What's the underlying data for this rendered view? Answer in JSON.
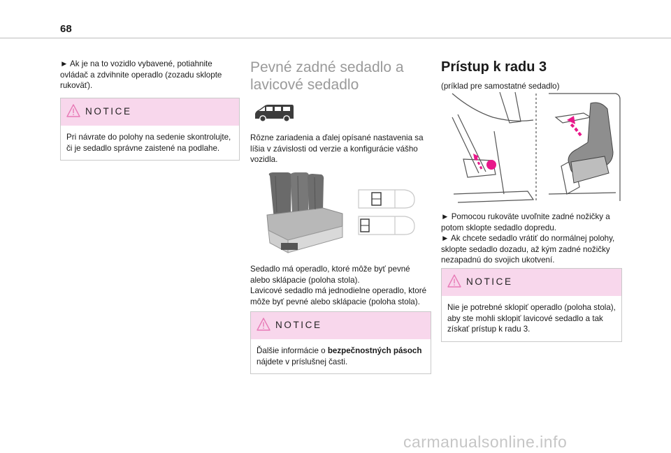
{
  "page_number": "68",
  "col1": {
    "bullet_text": "► Ak je na to vozidlo vybavené, potiahnite ovládač a zdvihnite operadlo (zozadu sklopte rukoväť).",
    "notice": {
      "title": "NOTICE",
      "text": "Pri návrate do polohy na sedenie skontrolujte, či je sedadlo správne zaistené na podlahe."
    }
  },
  "col2": {
    "heading": "Pevné zadné sedadlo a lavicové sedadlo",
    "para1": "Rôzne zariadenia a ďalej opísané nastavenia sa líšia v závislosti od verzie a konfigurácie vášho vozidla.",
    "para2_line1": "Sedadlo má operadlo, ktoré môže byť pevné alebo sklápacie (poloha stola).",
    "para2_line2": "Lavicové sedadlo má jednodielne operadlo, ktoré môže byť pevné alebo sklápacie (poloha stola).",
    "notice": {
      "title": "NOTICE",
      "text_pre": "Ďalšie informácie o ",
      "text_bold": "bezpečnostných pásoch",
      "text_post": " nájdete v príslušnej časti."
    }
  },
  "col3": {
    "heading": "Prístup k radu 3",
    "subtitle": "(príklad pre samostatné sedadlo)",
    "bullet1": "► Pomocou rukoväte uvoľnite zadné nožičky a potom sklopte sedadlo dopredu.",
    "bullet2": "► Ak chcete sedadlo vrátiť do normálnej polohy, sklopte sedadlo dozadu, až kým zadné nožičky nezapadnú do svojich ukotvení.",
    "notice": {
      "title": "NOTICE",
      "text": "Nie je potrebné sklopiť operadlo (poloha stola), aby ste mohli sklopiť lavicové sedadlo a tak získať prístup k radu 3."
    }
  },
  "watermark": "carmanualsonline.info",
  "colors": {
    "notice_header": "#f8d7ec",
    "warning_icon": "#e87ab6",
    "arrow": "#e8188a"
  },
  "icons": [
    "warning-icon",
    "van-icon"
  ]
}
